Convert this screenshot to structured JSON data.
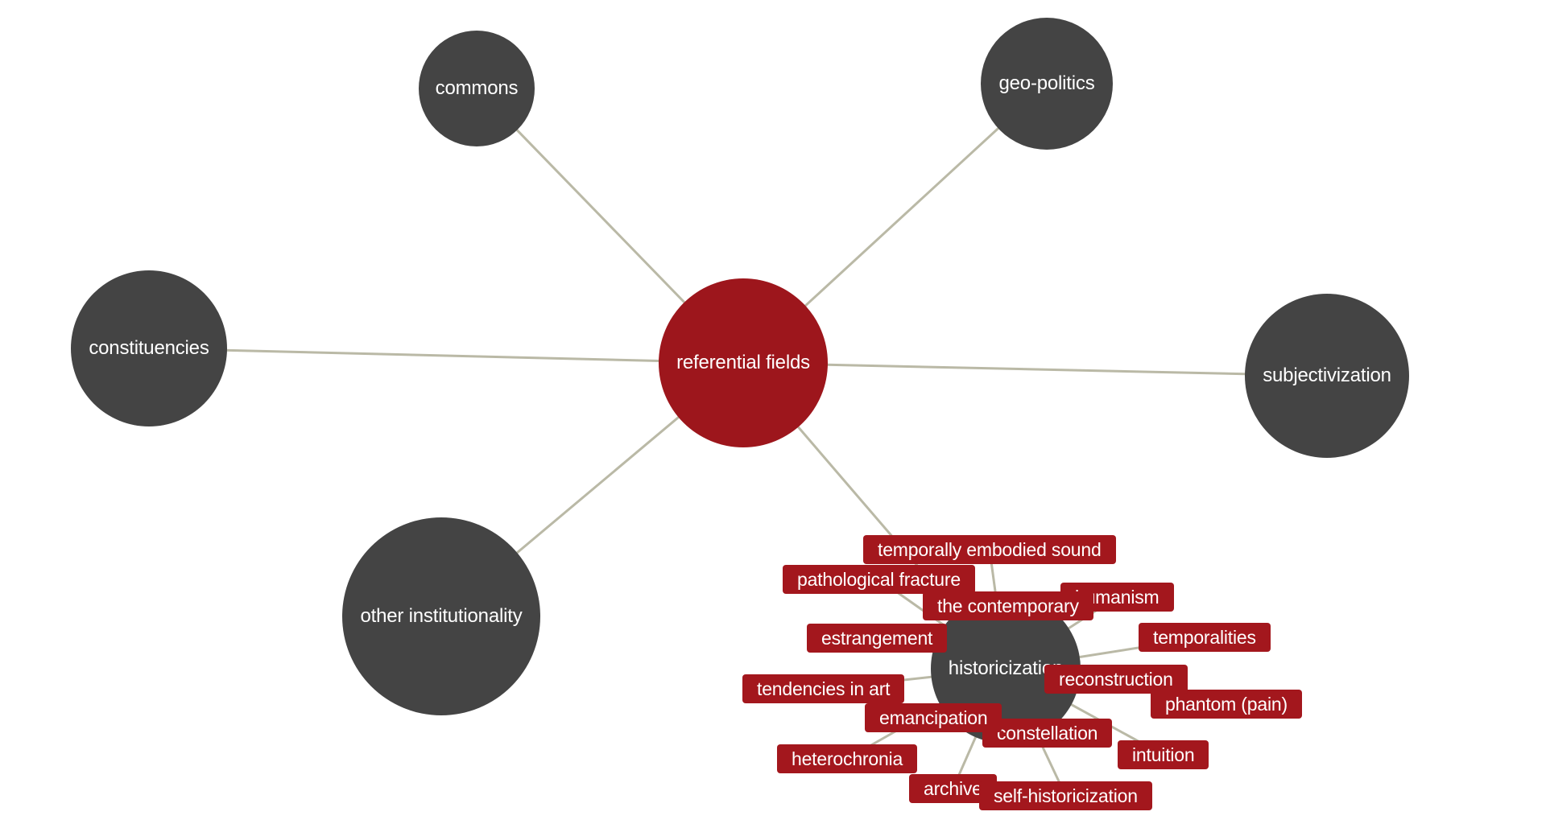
{
  "colors": {
    "center": "#9d161c",
    "node": "#444444",
    "tag": "#a3171d",
    "edge": "#bab9a6"
  },
  "center": {
    "label": "referential fields"
  },
  "nodes": [
    {
      "id": "commons",
      "label": "commons"
    },
    {
      "id": "geo-politics",
      "label": "geo-politics"
    },
    {
      "id": "constituencies",
      "label": "constituencies"
    },
    {
      "id": "subjectivization",
      "label": "subjectivization"
    },
    {
      "id": "other-institutionality",
      "label": "other institutionality"
    },
    {
      "id": "historicization",
      "label": "historicization"
    }
  ],
  "tags": [
    {
      "id": "temporally-embodied-sound",
      "label": "temporally embodied sound"
    },
    {
      "id": "pathological-fracture",
      "label": "pathological fracture"
    },
    {
      "id": "humanism",
      "label": "humanism"
    },
    {
      "id": "the-contemporary",
      "label": "the contemporary"
    },
    {
      "id": "estrangement",
      "label": "estrangement"
    },
    {
      "id": "temporalities",
      "label": "temporalities"
    },
    {
      "id": "tendencies-in-art",
      "label": "tendencies in art"
    },
    {
      "id": "reconstruction",
      "label": "reconstruction"
    },
    {
      "id": "phantom-pain",
      "label": "phantom (pain)"
    },
    {
      "id": "emancipation",
      "label": "emancipation"
    },
    {
      "id": "constellation",
      "label": "constellation"
    },
    {
      "id": "intuition",
      "label": "intuition"
    },
    {
      "id": "heterochronia",
      "label": "heterochronia"
    },
    {
      "id": "archive",
      "label": "archive"
    },
    {
      "id": "self-historicization",
      "label": "self-historicization"
    }
  ]
}
